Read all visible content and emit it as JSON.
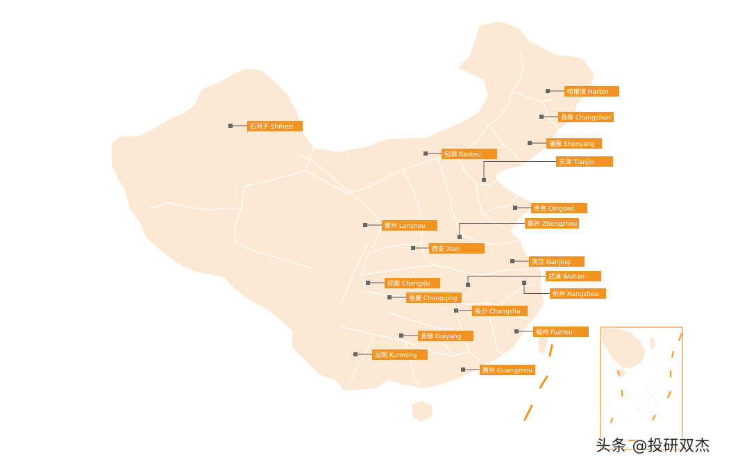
{
  "map": {
    "colors": {
      "land": "#fde9d3",
      "border": "#ffffff",
      "label_bg": "#f39321",
      "label_text": "#ffffff",
      "leader": "#555555",
      "marker": "#666666",
      "inset_frame": "#f39321",
      "dash": "#f39321"
    },
    "cities": [
      {
        "id": "harbin",
        "label": "哈爾濱 Harbin"
      },
      {
        "id": "changchun",
        "label": "長春 Changchun"
      },
      {
        "id": "shenyang",
        "label": "瀋陽 Shenyang"
      },
      {
        "id": "tianjin",
        "label": "天津 Tianjin"
      },
      {
        "id": "baotou",
        "label": "包頭 Baotou"
      },
      {
        "id": "shihezi",
        "label": "石河子 Shihezi"
      },
      {
        "id": "qingdao",
        "label": "青島 Qingdao"
      },
      {
        "id": "zhengzhou",
        "label": "鄭州 Zhengzhou"
      },
      {
        "id": "lanzhou",
        "label": "蘭州 Lanzhou"
      },
      {
        "id": "xian",
        "label": "西安 Xian"
      },
      {
        "id": "nanjing",
        "label": "南京 Nanjing"
      },
      {
        "id": "wuhan",
        "label": "武漢 Wuhan"
      },
      {
        "id": "hangzhou",
        "label": "杭州 Hangzhou"
      },
      {
        "id": "chengdu",
        "label": "成都 Chengdu"
      },
      {
        "id": "chongqing",
        "label": "重慶 Chongqing"
      },
      {
        "id": "changsha",
        "label": "長沙 Changsha"
      },
      {
        "id": "guiyang",
        "label": "貴陽 Guiyang"
      },
      {
        "id": "fuzhou",
        "label": "福州 Fuzhou"
      },
      {
        "id": "kunming",
        "label": "昆明 Kunming"
      },
      {
        "id": "guangzhou",
        "label": "廣州 Guangzhou"
      }
    ]
  },
  "watermark": "头条 @投研双杰"
}
